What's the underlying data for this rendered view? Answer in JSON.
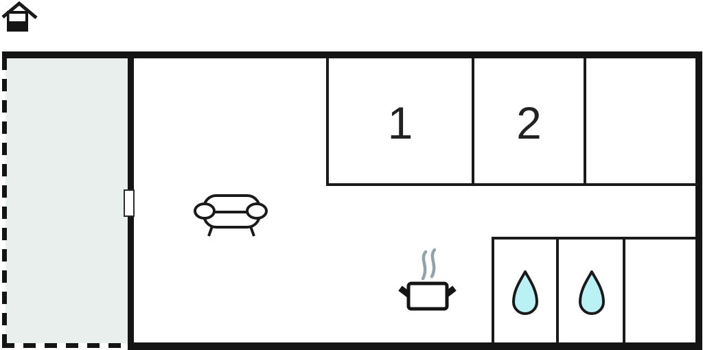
{
  "floor_plan": {
    "room_labels": {
      "bedroom_1": "1",
      "bedroom_2": "2"
    },
    "icons": [
      {
        "name": "house-icon"
      },
      {
        "name": "sofa-icon"
      },
      {
        "name": "cooking-pot-icon"
      },
      {
        "name": "steam-icon"
      },
      {
        "name": "water-drop-icon"
      },
      {
        "name": "water-drop-icon"
      },
      {
        "name": "door-window-marker"
      }
    ],
    "colors": {
      "wall": "#141414",
      "line": "#1a1a1a",
      "terrace_fill": "#e8efed",
      "water_drop": "#b9f1f5",
      "steam": "#8fa3a8",
      "label": "#222222"
    }
  }
}
